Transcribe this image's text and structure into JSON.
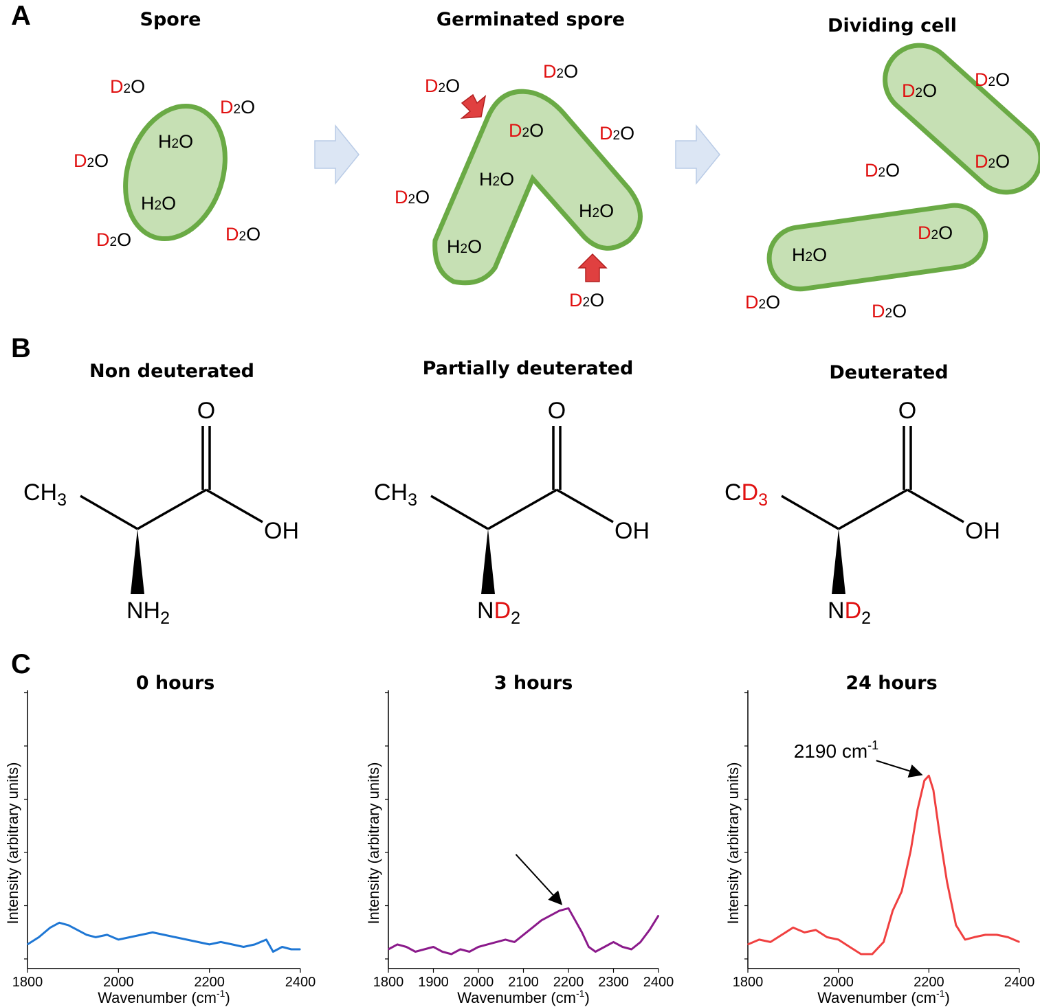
{
  "panels": {
    "A": {
      "letter": "A",
      "titles": [
        "Spore",
        "Germinated spore",
        "Dividing cell"
      ],
      "water_labels": {
        "deuterium": "D",
        "hydrogen": "H",
        "subscript": "2",
        "oxygen": "O"
      }
    },
    "B": {
      "letter": "B",
      "titles": [
        "Non deuterated",
        "Partially deuterated",
        "Deuterated"
      ],
      "molecules": [
        {
          "methyl": "CH",
          "methyl_sub": "3",
          "amine": "NH",
          "amine_sub": "2",
          "carbonyl": "O",
          "hydroxyl": "OH",
          "deuterated_methyl": false,
          "deuterated_amine": false
        },
        {
          "methyl": "CH",
          "methyl_sub": "3",
          "amine": "ND",
          "amine_sub": "2",
          "carbonyl": "O",
          "hydroxyl": "OH",
          "deuterated_methyl": false,
          "deuterated_amine": true
        },
        {
          "methyl": "CD",
          "methyl_sub": "3",
          "amine": "ND",
          "amine_sub": "2",
          "carbonyl": "O",
          "hydroxyl": "OH",
          "deuterated_methyl": true,
          "deuterated_amine": true
        }
      ]
    },
    "C": {
      "letter": "C",
      "annotation": "2190 cm",
      "annotation_sup": "-1"
    }
  },
  "colors": {
    "cell_fill": "#c6e0b4",
    "cell_stroke": "#6aaa45",
    "deuterium_red": "#e01010",
    "arrow_fill": "#dce6f4"
  },
  "chart_data": [
    {
      "type": "line",
      "title": "0 hours",
      "xlabel": "Wavenumber (cm",
      "xlabel_sup": "-1",
      "xlabel_end": ")",
      "ylabel": "Intensity (arbitrary units)",
      "xlim": [
        1800,
        2400
      ],
      "ylim": [
        0,
        1
      ],
      "xticks": [
        1800,
        2000,
        2200,
        2400
      ],
      "color": "#1f77d4",
      "x": [
        1800,
        1825,
        1850,
        1870,
        1890,
        1910,
        1930,
        1950,
        1975,
        2000,
        2025,
        2050,
        2075,
        2100,
        2125,
        2150,
        2175,
        2200,
        2225,
        2250,
        2275,
        2300,
        2325,
        2340,
        2360,
        2380,
        2400
      ],
      "y": [
        0.06,
        0.09,
        0.13,
        0.15,
        0.14,
        0.12,
        0.1,
        0.09,
        0.1,
        0.08,
        0.09,
        0.1,
        0.11,
        0.1,
        0.09,
        0.08,
        0.07,
        0.06,
        0.07,
        0.06,
        0.05,
        0.06,
        0.08,
        0.03,
        0.05,
        0.04,
        0.04
      ]
    },
    {
      "type": "line",
      "title": "3 hours",
      "xlabel": "Wavenumber (cm",
      "xlabel_sup": "-1",
      "xlabel_end": ")",
      "ylabel": "Intensity (arbitrary units)",
      "xlim": [
        1800,
        2400
      ],
      "ylim": [
        0,
        1
      ],
      "xticks": [
        1800,
        1900,
        2000,
        2100,
        2200,
        2300,
        2400
      ],
      "color": "#8b1a8b",
      "x": [
        1800,
        1820,
        1840,
        1860,
        1880,
        1900,
        1920,
        1940,
        1960,
        1980,
        2000,
        2020,
        2040,
        2060,
        2080,
        2100,
        2120,
        2140,
        2160,
        2180,
        2200,
        2215,
        2230,
        2245,
        2260,
        2280,
        2300,
        2320,
        2340,
        2360,
        2380,
        2400
      ],
      "y": [
        0.04,
        0.06,
        0.05,
        0.03,
        0.04,
        0.05,
        0.03,
        0.02,
        0.04,
        0.03,
        0.05,
        0.06,
        0.07,
        0.08,
        0.07,
        0.1,
        0.13,
        0.16,
        0.18,
        0.2,
        0.21,
        0.16,
        0.11,
        0.05,
        0.03,
        0.05,
        0.07,
        0.05,
        0.04,
        0.07,
        0.12,
        0.18
      ]
    },
    {
      "type": "line",
      "title": "24 hours",
      "xlabel": "Wavenumber (cm",
      "xlabel_sup": "-1",
      "xlabel_end": ")",
      "ylabel": "Intensity (arbitrary units)",
      "xlim": [
        1800,
        2400
      ],
      "ylim": [
        0,
        1
      ],
      "xticks": [
        1800,
        2000,
        2200,
        2400
      ],
      "color": "#f04040",
      "x": [
        1800,
        1825,
        1850,
        1875,
        1900,
        1925,
        1950,
        1975,
        2000,
        2025,
        2050,
        2075,
        2100,
        2120,
        2140,
        2160,
        2175,
        2190,
        2200,
        2210,
        2225,
        2240,
        2260,
        2280,
        2300,
        2325,
        2350,
        2375,
        2400
      ],
      "y": [
        0.06,
        0.08,
        0.07,
        0.1,
        0.13,
        0.11,
        0.12,
        0.09,
        0.08,
        0.05,
        0.02,
        0.02,
        0.07,
        0.2,
        0.28,
        0.45,
        0.62,
        0.74,
        0.76,
        0.7,
        0.5,
        0.32,
        0.14,
        0.08,
        0.09,
        0.1,
        0.1,
        0.09,
        0.07
      ]
    }
  ]
}
